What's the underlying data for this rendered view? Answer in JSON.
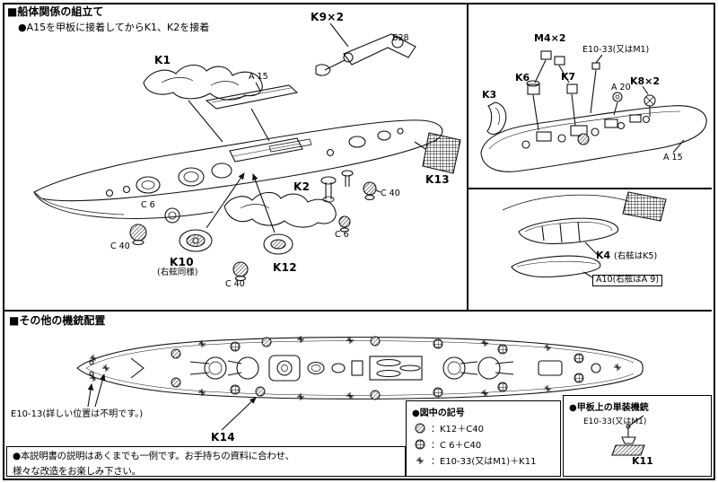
{
  "hull": {
    "title": "■船体関係の組立て",
    "subtitle": "●A15を甲板に接着してからK1、K2を接着",
    "labels": {
      "k1": "K1",
      "a15": "A 15",
      "k9": "K9×2",
      "b28": "B28",
      "k13": "K13",
      "k2": "K2",
      "c40": "C 40",
      "c6": "C 6",
      "k10": "K10",
      "k10_note": "(右舷同様)",
      "k12": "K12"
    }
  },
  "superstructure": {
    "labels": {
      "m4": "M4×2",
      "e10_33": "E10-33(又はM1)",
      "k6": "K6",
      "k7": "K7",
      "k3": "K3",
      "a20": "A 20",
      "k8": "K8×2",
      "a15": "A 15"
    }
  },
  "boats": {
    "labels": {
      "k4": "K4",
      "k4_suffix": "(右舷はK5)",
      "a10": "A10(右舷はA 9)"
    }
  },
  "guns": {
    "title": "■その他の機銃配置",
    "e10_13": "E10-13(詳しい位置は不明です。)",
    "k14": "K14",
    "legend": {
      "title": "●図中の記号",
      "item1": "：K12＋C40",
      "item2": "：C 6＋C40",
      "item3": "：E10-33(又はM1)＋K11"
    },
    "note1": "●本説明書の説明はあくまでも一例です。お手持ちの資料に合わせ、",
    "note2": "様々な改造をお楽しみ下さい。",
    "single": {
      "title": "●甲板上の単装機銃",
      "part": "E10-33(又はM1)",
      "k11": "K11"
    }
  }
}
